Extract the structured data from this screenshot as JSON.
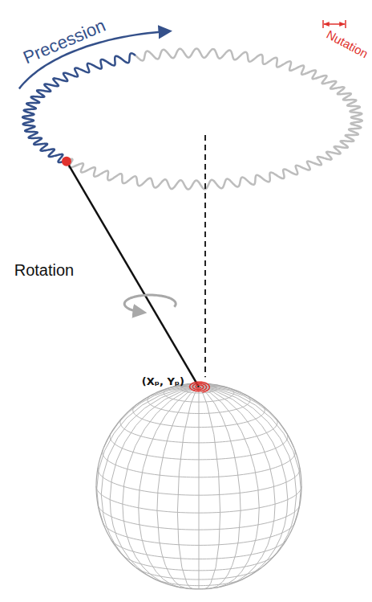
{
  "diagram": {
    "labels": [
      "Precession",
      "Nutation",
      "Rotation",
      "(Xₚ, Yₚ)"
    ]
  }
}
